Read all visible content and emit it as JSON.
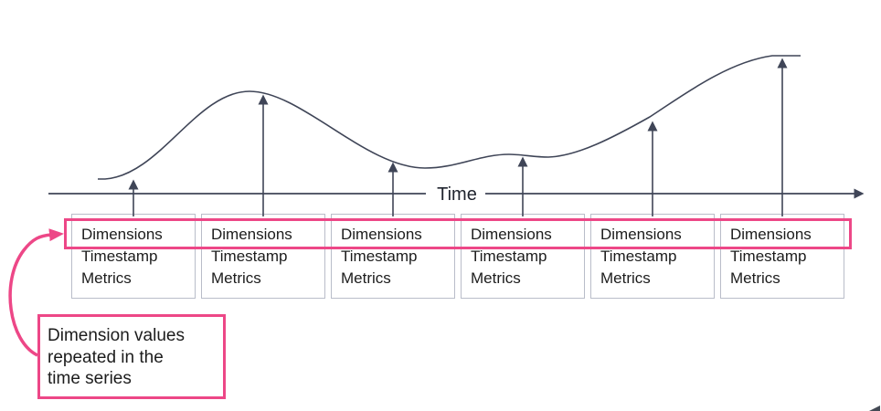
{
  "axis": {
    "label": "Time"
  },
  "boxes": [
    {
      "dimensions": "Dimensions",
      "timestamp": "Timestamp",
      "metrics": "Metrics"
    },
    {
      "dimensions": "Dimensions",
      "timestamp": "Timestamp",
      "metrics": "Metrics"
    },
    {
      "dimensions": "Dimensions",
      "timestamp": "Timestamp",
      "metrics": "Metrics"
    },
    {
      "dimensions": "Dimensions",
      "timestamp": "Timestamp",
      "metrics": "Metrics"
    },
    {
      "dimensions": "Dimensions",
      "timestamp": "Timestamp",
      "metrics": "Metrics"
    },
    {
      "dimensions": "Dimensions",
      "timestamp": "Timestamp",
      "metrics": "Metrics"
    }
  ],
  "callout": {
    "lines": [
      "Dimension values",
      "repeated in the",
      "time series"
    ]
  },
  "colors": {
    "accent_pink": "#ed4787",
    "line_dark": "#3f4557",
    "box_border": "#b9bdc9",
    "text": "#1c1c1c"
  }
}
